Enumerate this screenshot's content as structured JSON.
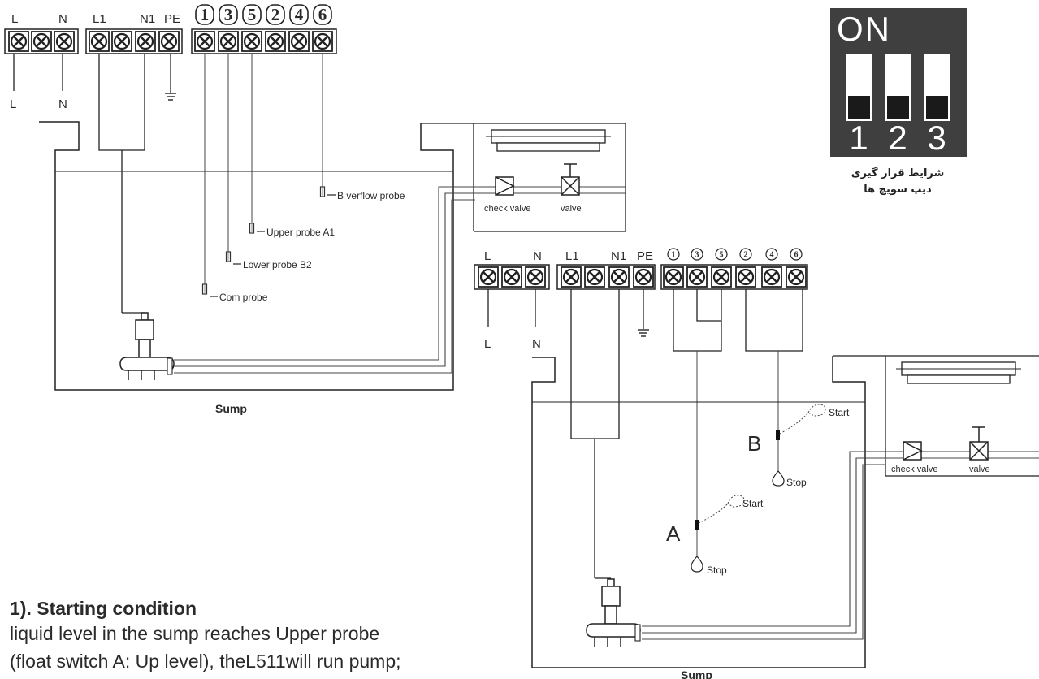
{
  "diagram1": {
    "labels": {
      "l": "L",
      "n": "N",
      "l1": "L1",
      "n1": "N1",
      "pe": "PE",
      "l_out": "L",
      "n_out": "N"
    },
    "terminals_circled": [
      "1",
      "3",
      "5",
      "2",
      "4",
      "6"
    ],
    "probes": {
      "overflow": "B verflow  probe",
      "upper": "Upper probe A1",
      "lower": "Lower probe B2",
      "com": "Com probe"
    },
    "check_valve": "check valve",
    "valve": "valve",
    "sump": "Sump"
  },
  "diagram2": {
    "labels": {
      "l": "L",
      "n": "N",
      "l1": "L1",
      "n1": "N1",
      "pe": "PE",
      "l_out": "L",
      "n_out": "N"
    },
    "terminals_circled": [
      "1",
      "3",
      "5",
      "2",
      "4",
      "6"
    ],
    "float_a": "A",
    "float_b": "B",
    "start": "Start",
    "stop": "Stop",
    "check_valve": "check valve",
    "valve": "valve",
    "sump": "Sump"
  },
  "dip": {
    "on_label": "ON",
    "numbers": [
      "1",
      "2",
      "3"
    ],
    "caption_line1": "شرایط قرار گیری",
    "caption_line2": "دیپ سویچ ها"
  },
  "description": {
    "title": "1). Starting condition",
    "line1": "liquid level in the sump reaches Upper probe",
    "line2": "(float switch A: Up level), theL511will run pump;"
  }
}
